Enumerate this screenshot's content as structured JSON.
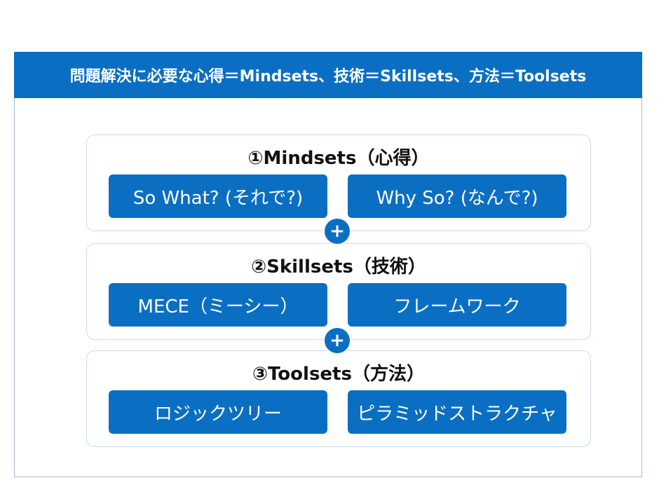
{
  "header": {
    "title": "問題解決に必要な心得＝Mindsets、技術＝Skillsets、方法＝Toolsets"
  },
  "sections": [
    {
      "title": "①Mindsets（心得）",
      "items": [
        "So What? (それで?)",
        "Why So? (なんで?)"
      ]
    },
    {
      "title": "②Skillsets（技術）",
      "items": [
        "MECE（ミーシー）",
        "フレームワーク"
      ]
    },
    {
      "title": "③Toolsets（方法）",
      "items": [
        "ロジックツリー",
        "ピラミッドストラクチャ"
      ]
    }
  ],
  "connector": {
    "symbol": "+",
    "icon": "plus-icon"
  },
  "colors": {
    "primary_blue": "#0a6fc2",
    "section_border": "#c9dcef",
    "frame_border": "#a9b9d6"
  }
}
